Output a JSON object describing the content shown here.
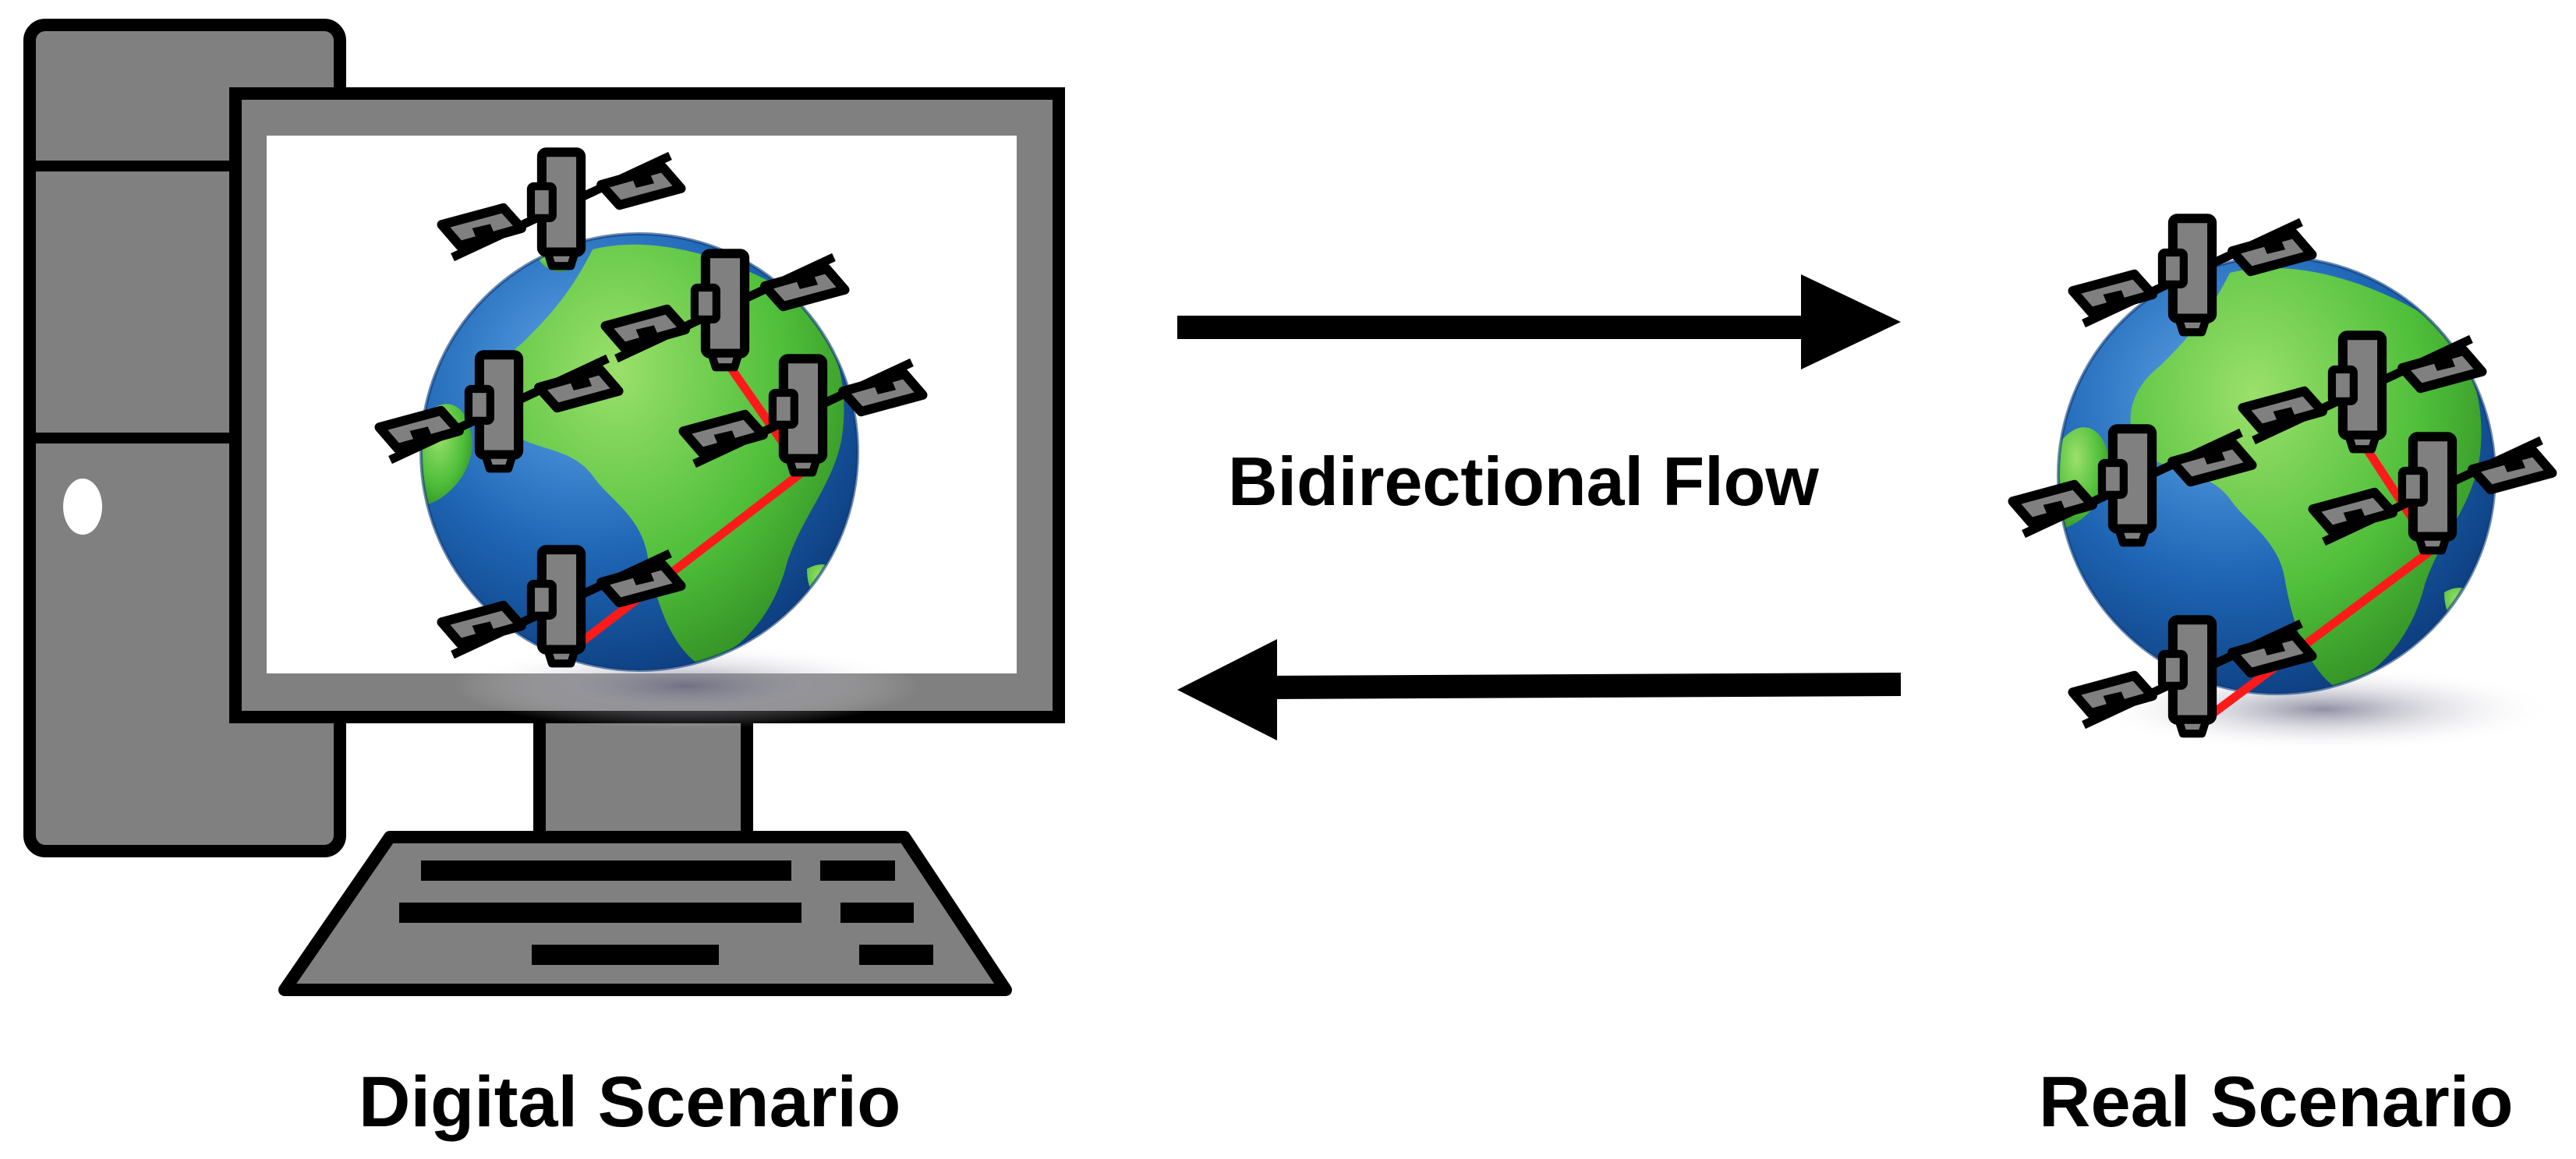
{
  "labels": {
    "digital": "Digital Scenario",
    "real": "Real Scenario",
    "flow": "Bidirectional Flow"
  },
  "colors": {
    "outline": "#000000",
    "device_gray": "#808080",
    "screen_white": "#ffffff",
    "ocean_blue": "#1f66b5",
    "land_green": "#4fbf3a",
    "link_red": "#ff1a1a"
  },
  "icons": [
    "desktop-computer-icon",
    "globe-icon",
    "satellite-icon",
    "arrow-right-icon",
    "arrow-left-icon"
  ]
}
